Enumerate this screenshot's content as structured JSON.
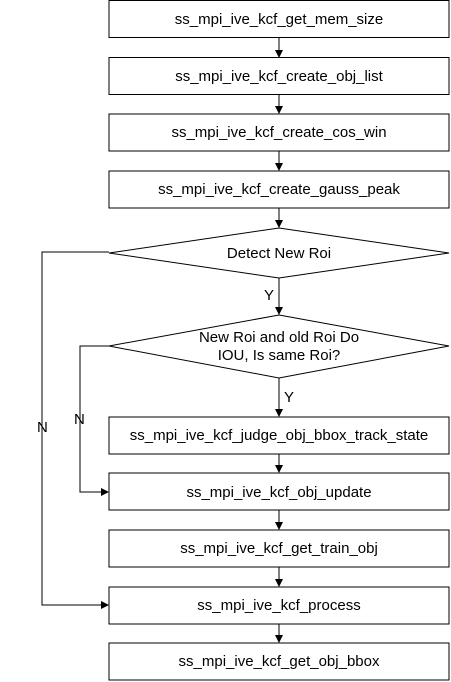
{
  "nodes": {
    "get_mem_size": "ss_mpi_ive_kcf_get_mem_size",
    "create_obj_list": "ss_mpi_ive_kcf_create_obj_list",
    "create_cos_win": "ss_mpi_ive_kcf_create_cos_win",
    "create_gauss_peak": "ss_mpi_ive_kcf_create_gauss_peak",
    "detect_new_roi": "Detect New Roi",
    "iou_same_roi_line1": "New Roi and old Roi Do",
    "iou_same_roi_line2": "IOU, Is same Roi?",
    "judge_obj_bbox_track_state": "ss_mpi_ive_kcf_judge_obj_bbox_track_state",
    "obj_update": "ss_mpi_ive_kcf_obj_update",
    "get_train_obj": "ss_mpi_ive_kcf_get_train_obj",
    "process": "ss_mpi_ive_kcf_process",
    "get_obj_bbox": "ss_mpi_ive_kcf_get_obj_bbox"
  },
  "edge_labels": {
    "detect_yes": "Y",
    "detect_no": "N",
    "iou_yes": "Y",
    "iou_no": "N"
  }
}
